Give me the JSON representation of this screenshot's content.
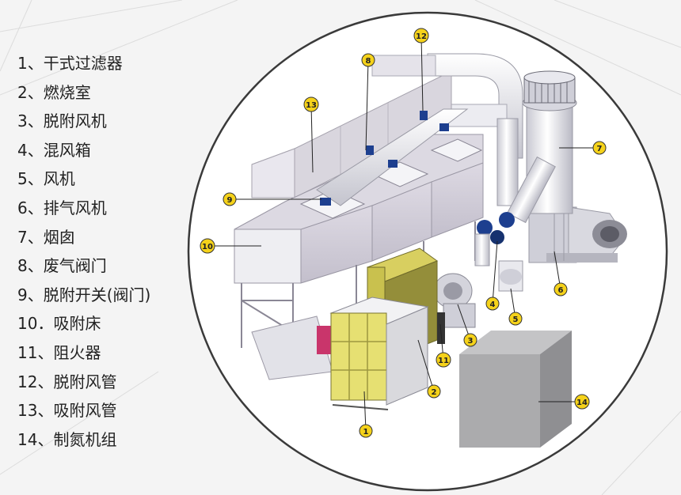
{
  "legend": [
    {
      "num": "1、",
      "label": "干式过滤器"
    },
    {
      "num": "2、",
      "label": "燃烧室"
    },
    {
      "num": "3、",
      "label": "脱附风机"
    },
    {
      "num": "4、",
      "label": "混风箱"
    },
    {
      "num": "5、",
      "label": "风机"
    },
    {
      "num": "6、",
      "label": "排气风机"
    },
    {
      "num": "7、",
      "label": "烟囱"
    },
    {
      "num": "8、",
      "label": "废气阀门"
    },
    {
      "num": "9、",
      "label": "脱附开关(阀门)"
    },
    {
      "num": "10．",
      "label": "吸附床"
    },
    {
      "num": "11、",
      "label": "阻火器"
    },
    {
      "num": "12、",
      "label": "脱附风管"
    },
    {
      "num": "13、",
      "label": "吸附风管"
    },
    {
      "num": "14、",
      "label": "制氮机组"
    }
  ],
  "callouts": [
    "1",
    "2",
    "3",
    "4",
    "5",
    "6",
    "7",
    "8",
    "9",
    "10",
    "11",
    "12",
    "13",
    "14"
  ],
  "colors": {
    "callout_fill": "#f5d21a",
    "callout_stroke": "#333333",
    "equipment": "#cfcdd6",
    "equipment_dark": "#9e9caa",
    "filter": "#e9e27a",
    "nitrogen_unit": "#a9a9ab",
    "duct": "#eeeef2",
    "valve": "#1d3f8f"
  }
}
